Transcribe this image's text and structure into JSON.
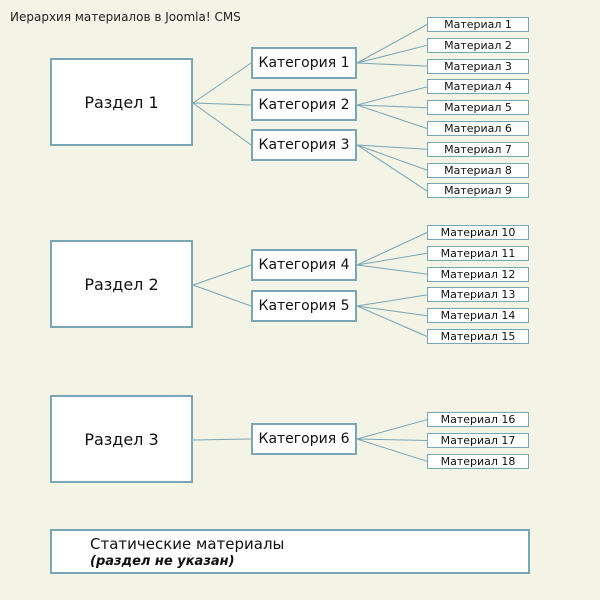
{
  "title": "Иерархия материалов в Joomla! CMS",
  "sections": [
    {
      "label": "Раздел 1",
      "categories": [
        {
          "label": "Категория 1",
          "materials": [
            "Материал 1",
            "Материал 2",
            "Материал 3"
          ]
        },
        {
          "label": "Категория 2",
          "materials": [
            "Материал 4",
            "Материал 5",
            "Материал 6"
          ]
        },
        {
          "label": "Категория 3",
          "materials": [
            "Материал 7",
            "Материал 8",
            "Материал 9"
          ]
        }
      ]
    },
    {
      "label": "Раздел 2",
      "categories": [
        {
          "label": "Категория 4",
          "materials": [
            "Материал 10",
            "Материал 11",
            "Материал 12"
          ]
        },
        {
          "label": "Категория 5",
          "materials": [
            "Материал 13",
            "Материал 14",
            "Материал 15"
          ]
        }
      ]
    },
    {
      "label": "Раздел 3",
      "categories": [
        {
          "label": "Категория 6",
          "materials": [
            "Материал 16",
            "Материал 17",
            "Материал 18"
          ]
        }
      ]
    }
  ],
  "static": {
    "title": "Статические материалы",
    "subtitle": "(раздел не указан)"
  },
  "colors": {
    "border": "#7aa5b3",
    "line": "#7aa5b3",
    "background": "#f3f3e6"
  }
}
